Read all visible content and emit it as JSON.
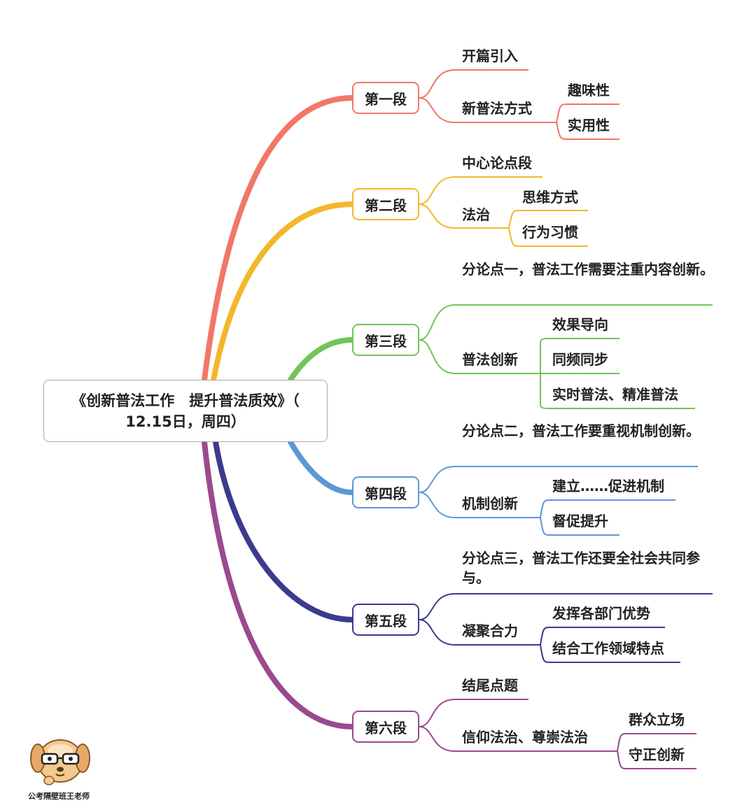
{
  "root": {
    "line1": "《创新普法工作　提升普法质效》（",
    "line2": "12.15日，周四）"
  },
  "colors": {
    "s1": "#f2766a",
    "s2": "#f2b82a",
    "s3": "#72c45a",
    "s4": "#5b98d8",
    "s5": "#3c3a8c",
    "s6": "#9a4a8e"
  },
  "sections": [
    {
      "label": "第一段",
      "items": [
        {
          "text": "开篇引入"
        },
        {
          "text": "新普法方式",
          "children": [
            "趣味性",
            "实用性"
          ]
        }
      ]
    },
    {
      "label": "第二段",
      "items": [
        {
          "text": "中心论点段"
        },
        {
          "text": "法治",
          "children": [
            "思维方式",
            "行为习惯"
          ]
        }
      ]
    },
    {
      "label": "第三段",
      "items": [
        {
          "text": "分论点一，普法工作需要注重内容创新。"
        },
        {
          "text": "普法创新",
          "children": [
            "效果导向",
            "同频同步",
            "实时普法、精准普法"
          ]
        }
      ]
    },
    {
      "label": "第四段",
      "items": [
        {
          "text": "分论点二，普法工作要重视机制创新。"
        },
        {
          "text": "机制创新",
          "children": [
            "建立……促进机制",
            "督促提升"
          ]
        }
      ]
    },
    {
      "label": "第五段",
      "items": [
        {
          "text": "分论点三，普法工作还要全社会共同参与。"
        },
        {
          "text": "凝聚合力",
          "children": [
            "发挥各部门优势",
            "结合工作领域特点"
          ]
        }
      ]
    },
    {
      "label": "第六段",
      "items": [
        {
          "text": "结尾点题"
        },
        {
          "text": "信仰法治、尊崇法治",
          "children": [
            "群众立场",
            "守正创新"
          ]
        }
      ]
    }
  ],
  "author": {
    "caption": "公考隔壁班王老师",
    "icon": "dog-mascot-icon"
  }
}
